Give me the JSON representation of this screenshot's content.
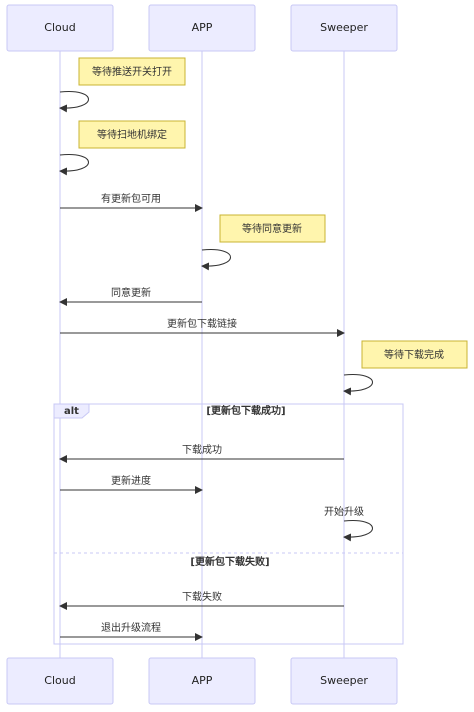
{
  "actors": [
    {
      "id": "cloud",
      "label": "Cloud"
    },
    {
      "id": "app",
      "label": "APP"
    },
    {
      "id": "sweeper",
      "label": "Sweeper"
    }
  ],
  "notes": {
    "n1": "等待推送开关打开",
    "n2": "等待扫地机绑定",
    "n3": "等待同意更新",
    "n4": "等待下载完成"
  },
  "messages": {
    "m1": "有更新包可用",
    "m2": "同意更新",
    "m3": "更新包下载链接",
    "m4": "下载成功",
    "m5": "更新进度",
    "m6": "开始升级",
    "m7": "下载失败",
    "m8": "退出升级流程"
  },
  "alt": {
    "keyword": "alt",
    "branch1": "[更新包下载成功]",
    "branch2": "[更新包下载失败]"
  },
  "colors": {
    "actor_fill": "#ececff",
    "actor_border": "#c8c8f5",
    "note_fill": "#fff5ad",
    "note_border": "#c8b432",
    "line": "#333333"
  }
}
